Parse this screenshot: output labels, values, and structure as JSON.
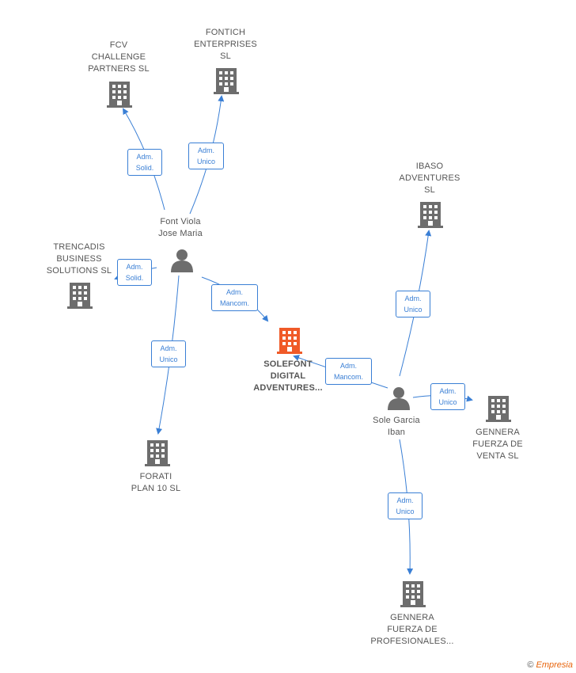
{
  "nodes": {
    "fcv": {
      "label": "FCV\nCHALLENGE\nPARTNERS  SL",
      "icon": "building-icon"
    },
    "fontich": {
      "label": "FONTICH\nENTERPRISES\nSL",
      "icon": "building-icon"
    },
    "ibaso": {
      "label": "IBASO\nADVENTURES\nSL",
      "icon": "building-icon"
    },
    "trencadis": {
      "label": "TRENCADIS\nBUSINESS\nSOLUTIONS  SL",
      "icon": "building-icon"
    },
    "font_viola": {
      "label": "Font Viola\nJose Maria",
      "icon": "person-icon"
    },
    "solefont": {
      "label": "SOLEFONT\nDIGITAL\nADVENTURES...",
      "icon": "building-icon"
    },
    "sole_garcia": {
      "label": "Sole Garcia\nIban",
      "icon": "person-icon"
    },
    "gennera_venta": {
      "label": "GENNERA\nFUERZA DE\nVENTA  SL",
      "icon": "building-icon"
    },
    "forati": {
      "label": "FORATI\nPLAN 10  SL",
      "icon": "building-icon"
    },
    "gennera_prof": {
      "label": "GENNERA\nFUERZA DE\nPROFESIONALES...",
      "icon": "building-icon"
    }
  },
  "edges": {
    "e1": "Adm.\nSolid.",
    "e2": "Adm.\nUnico",
    "e3": "Adm.\nSolid.",
    "e4": "Adm.\nMancom.",
    "e5": "Adm.\nUnico",
    "e6": "Adm.\nMancom.",
    "e7": "Adm.\nUnico",
    "e8": "Adm.\nUnico",
    "e9": "Adm.\nUnico"
  },
  "colors": {
    "edge": "#3a7fd5",
    "node": "#6d6d6d",
    "focus": "#f05a28"
  },
  "footer": {
    "copyright": "©",
    "brand": "Empresia"
  }
}
